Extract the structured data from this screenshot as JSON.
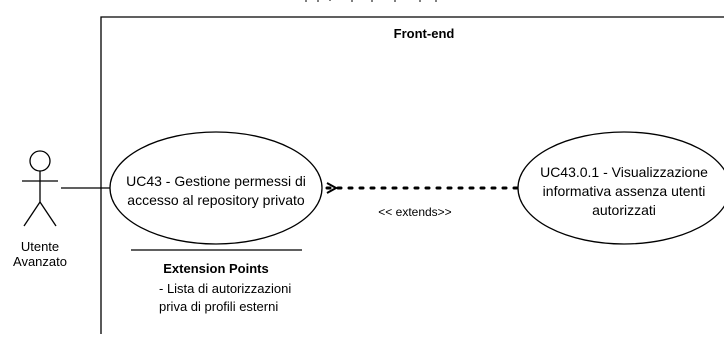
{
  "system_boundary": {
    "title": "Front-end"
  },
  "actor": {
    "label_line1": "Utente",
    "label_line2": "Avanzato"
  },
  "use_case_main": {
    "line1": "UC43 - Gestione permessi di",
    "line2": "accesso al repository privato"
  },
  "use_case_extension": {
    "line1": "UC43.0.1 - Visualizzazione",
    "line2": "informativa assenza utenti",
    "line3": "autorizzati"
  },
  "relationship": {
    "label": "<< extends>>"
  },
  "extension_points": {
    "title": "Extension Points",
    "line1": "- Lista di autorizzazioni",
    "line2": "priva di profili esterni"
  },
  "colors": {
    "stroke": "#000000",
    "background": "#ffffff"
  }
}
